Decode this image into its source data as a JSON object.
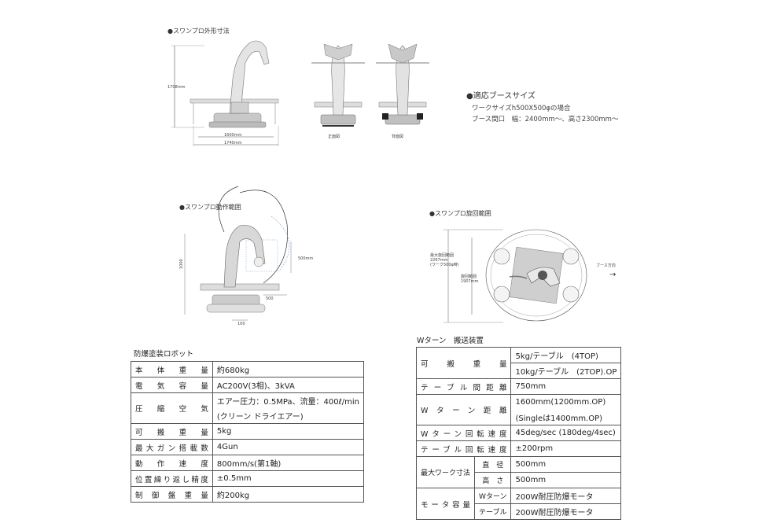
{
  "captions": {
    "outline": "●スワンプロ外形寸法",
    "motion": "●スワンプロ動作範囲",
    "rotation": "●スワンプロ旋回範囲"
  },
  "outline_dims": {
    "height": "1708mm",
    "width_inner": "1600mm",
    "width_outer": "1740mm",
    "front_label": "正面図",
    "back_label": "背面図"
  },
  "booth": {
    "title": "●適応ブースサイズ",
    "line1": "ワークサイズh500X500φの場合",
    "line2": "ブース間口　幅：2400mm〜、高さ2300mm〜"
  },
  "motion_dims": {
    "height": "1000",
    "work_height": "500mm",
    "work_width": "500",
    "base": "100"
  },
  "rotation_dims": {
    "max_range_line1": "最大旋回範囲",
    "max_range_line2": "2267mm",
    "max_range_line3": "(ワーク500φ時)",
    "range_line1": "旋回範囲",
    "range_line2": "1907mm",
    "direction": "ブース方向"
  },
  "robot_table": {
    "title": "防爆塗装ロボット",
    "rows": [
      {
        "label": "本体重量",
        "value": "約680kg"
      },
      {
        "label": "電気容量",
        "value": "AC200V(3相)、3kVA"
      },
      {
        "label": "圧縮空気",
        "value": "エアー圧力：0.5MPa、流量：400ℓ/min",
        "value2": "(クリーン ドライエアー)"
      },
      {
        "label": "可搬重量",
        "value": "5kg"
      },
      {
        "label": "最大ガン搭載数",
        "value": "4Gun"
      },
      {
        "label": "動作速度",
        "value": "800mm/s(第1軸)"
      },
      {
        "label": "位置繰り返し精度",
        "value": "±0.5mm"
      },
      {
        "label": "制御盤重量",
        "value": "約200kg"
      }
    ]
  },
  "wturn_table": {
    "title": "Wターン　搬送装置",
    "payload": {
      "label": "可搬重量",
      "value1": "5kg/テーブル　(4TOP)",
      "value2": "10kg/テーブル　(2TOP).OP"
    },
    "table_distance": {
      "label": "テーブル間距離",
      "value": "750mm"
    },
    "w_distance": {
      "label": "Wターン距離",
      "value1": "1600mm(1200mm.OP)",
      "value2": "(Singleは1400mm.OP)"
    },
    "w_speed": {
      "label": "Wターン回転速度",
      "value": "45deg/sec (180deg/4sec)"
    },
    "table_speed": {
      "label": "テーブル回転速度",
      "value": "±200rpm"
    },
    "max_work": {
      "label": "最大ワーク寸法",
      "sub1": "直　径",
      "val1": "500mm",
      "sub2": "高　さ",
      "val2": "500mm"
    },
    "motor": {
      "label": "モータ容量",
      "sub1": "Wターン",
      "val1": "200W耐圧防爆モータ",
      "sub2": "テーブル",
      "val2": "200W耐圧防爆モータ"
    }
  }
}
